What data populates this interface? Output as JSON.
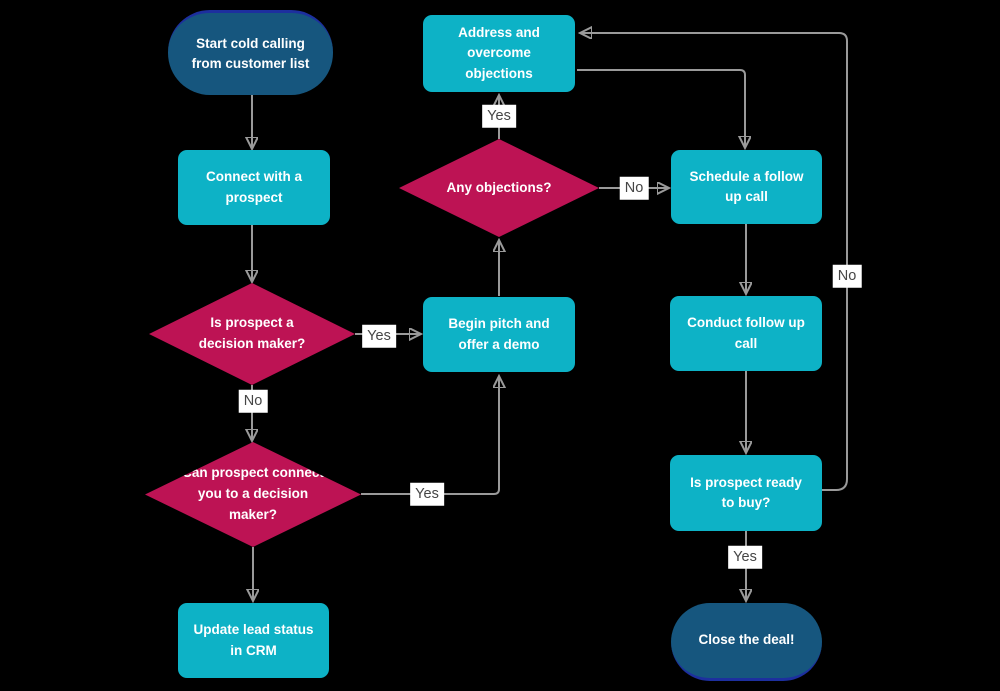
{
  "diagram": {
    "background": "#000000",
    "colors": {
      "process_fill": "#0db2c6",
      "decision_fill": "#bd1354",
      "terminal_fill": "#16567e",
      "terminal_accent": "#1d2f9e",
      "edge_stroke": "#9a9a9a",
      "arrowhead": "#8e8e8e",
      "node_text": "#ffffff",
      "edge_label_bg": "#ffffff",
      "edge_label_text": "#454545"
    },
    "nodes": [
      {
        "id": "start",
        "type": "terminal",
        "label": "Start cold calling from customer list"
      },
      {
        "id": "connect",
        "type": "process",
        "label": "Connect with a prospect"
      },
      {
        "id": "decision-maker",
        "type": "decision",
        "label": "Is prospect a decision maker?"
      },
      {
        "id": "can-connect",
        "type": "decision",
        "label": "Can prospect connect you to a decision maker?"
      },
      {
        "id": "update-crm",
        "type": "process",
        "label": "Update lead status in CRM"
      },
      {
        "id": "begin-pitch",
        "type": "process",
        "label": "Begin pitch and offer a demo"
      },
      {
        "id": "any-objections",
        "type": "decision",
        "label": "Any objections?"
      },
      {
        "id": "address-objections",
        "type": "process",
        "label": "Address and overcome objections"
      },
      {
        "id": "schedule-call",
        "type": "process",
        "label": "Schedule a follow up call"
      },
      {
        "id": "conduct-call",
        "type": "process",
        "label": "Conduct follow up call"
      },
      {
        "id": "ready-to-buy",
        "type": "process",
        "label": "Is prospect ready to buy?"
      },
      {
        "id": "close-deal",
        "type": "terminal",
        "label": "Close the deal!"
      }
    ],
    "edge_labels": [
      {
        "id": "decision-maker-yes",
        "text": "Yes"
      },
      {
        "id": "decision-maker-no",
        "text": "No"
      },
      {
        "id": "can-connect-yes",
        "text": "Yes"
      },
      {
        "id": "any-objections-yes",
        "text": "Yes"
      },
      {
        "id": "any-objections-no",
        "text": "No"
      },
      {
        "id": "ready-to-buy-no",
        "text": "No"
      },
      {
        "id": "ready-to-buy-yes",
        "text": "Yes"
      }
    ],
    "edges": [
      {
        "from": "start",
        "to": "connect",
        "label": ""
      },
      {
        "from": "connect",
        "to": "decision-maker",
        "label": ""
      },
      {
        "from": "decision-maker",
        "to": "begin-pitch",
        "label": "Yes"
      },
      {
        "from": "decision-maker",
        "to": "can-connect",
        "label": "No"
      },
      {
        "from": "can-connect",
        "to": "update-crm",
        "label": ""
      },
      {
        "from": "can-connect",
        "to": "begin-pitch",
        "label": "Yes"
      },
      {
        "from": "begin-pitch",
        "to": "any-objections",
        "label": ""
      },
      {
        "from": "any-objections",
        "to": "address-objections",
        "label": "Yes"
      },
      {
        "from": "any-objections",
        "to": "schedule-call",
        "label": "No"
      },
      {
        "from": "address-objections",
        "to": "schedule-call",
        "label": ""
      },
      {
        "from": "schedule-call",
        "to": "conduct-call",
        "label": ""
      },
      {
        "from": "conduct-call",
        "to": "ready-to-buy",
        "label": ""
      },
      {
        "from": "ready-to-buy",
        "to": "close-deal",
        "label": "Yes"
      },
      {
        "from": "ready-to-buy",
        "to": "address-objections",
        "label": "No"
      }
    ]
  }
}
